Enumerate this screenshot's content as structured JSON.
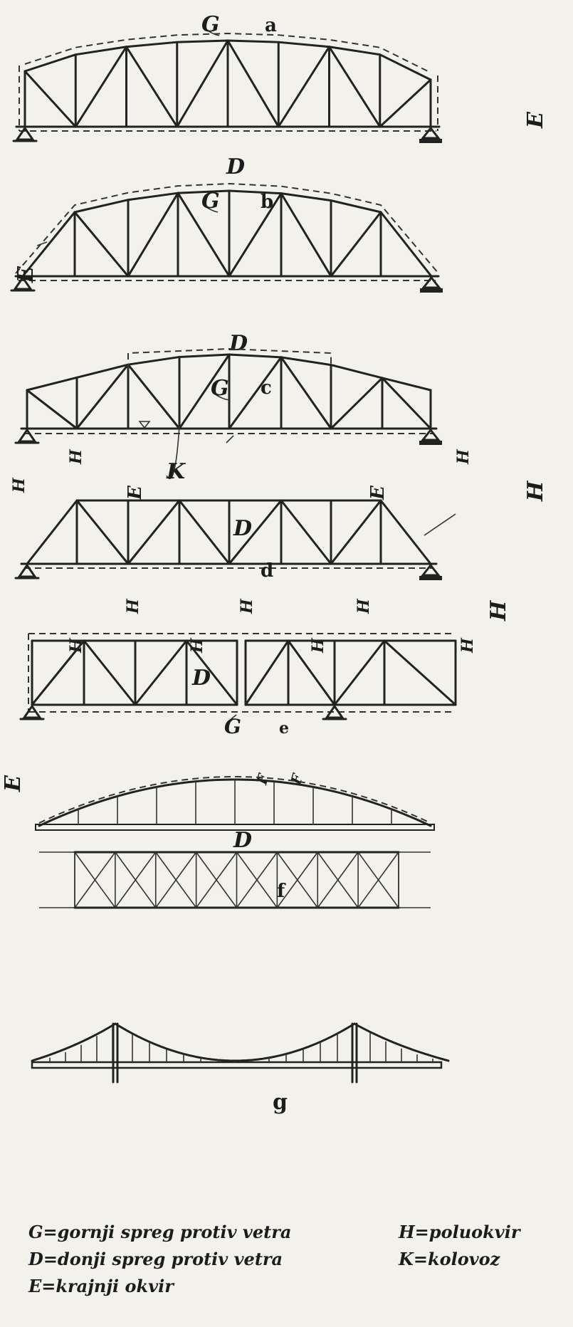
{
  "figures": {
    "a": {
      "tag": "a",
      "labels": {
        "G": "G",
        "D": "D",
        "E": "E"
      }
    },
    "b": {
      "tag": "b",
      "labels": {
        "G": "G",
        "D": "D",
        "E": "E"
      }
    },
    "c": {
      "tag": "c",
      "labels": {
        "G": "G",
        "D": "D",
        "E1": "E",
        "E2": "E",
        "K": "K",
        "H1": "H",
        "H2": "H",
        "H3": "H",
        "H4": "H"
      }
    },
    "d": {
      "tag": "d",
      "labels": {
        "D": "D",
        "H": "H",
        "H1": "H",
        "H2": "H",
        "H3": "H",
        "H4": "H",
        "H5": "H",
        "H6": "H",
        "H7": "H"
      }
    },
    "e": {
      "tag": "e",
      "labels": {
        "G": "G",
        "D": "D",
        "E": "E",
        "F1": "F",
        "F2": "F"
      }
    },
    "f": {
      "tag": "f"
    },
    "g": {
      "tag": "g"
    }
  },
  "legend": {
    "G": "G=gornji spreg protiv vetra",
    "H": "H=poluokvir",
    "D": "D=donji spreg protiv vetra",
    "K": "K=kolovoz",
    "E": "E=krajnji okvir"
  }
}
